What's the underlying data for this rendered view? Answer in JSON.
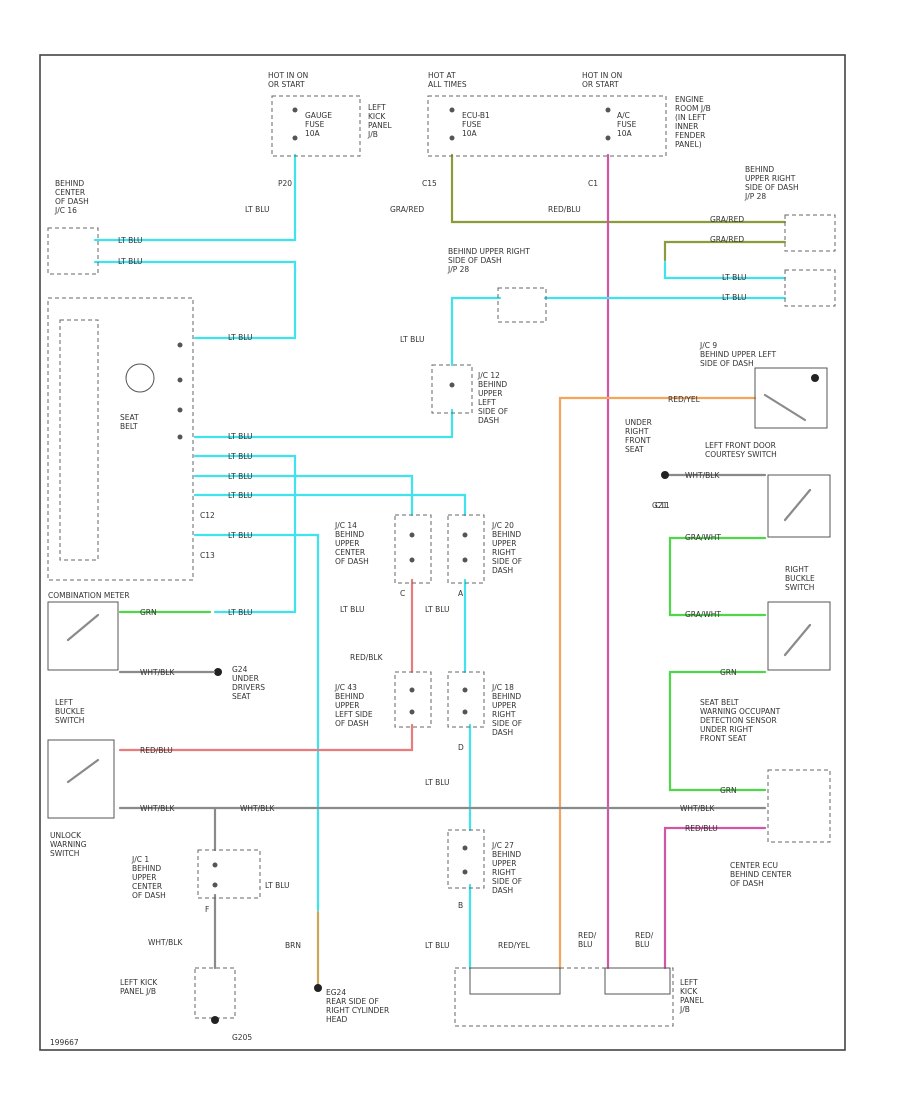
{
  "power": {
    "gauge_hot": "HOT IN ON\nOR START",
    "gauge_fuse": "GAUGE\nFUSE\n10A",
    "gauge_loc": "LEFT\nKICK\nPANEL\nJ/B",
    "ecu_hot": "HOT AT\nALL TIMES",
    "ecu_fuse": "ECU-B1\nFUSE\n10A",
    "ac_hot": "HOT IN ON\nOR START",
    "ac_fuse": "A/C\nFUSE\n10A",
    "ac_loc": "ENGINE\nROOM J/B\n(IN LEFT\nINNER\nFENDER\nPANEL)"
  },
  "connectors": {
    "p20": "P20",
    "c15": "C15",
    "c1": "C1",
    "c12": "C12",
    "c13": "C13",
    "c11": "C11"
  },
  "labels": {
    "behind_center_dash": "BEHIND\nCENTER\nOF DASH\nJ/C 16",
    "behind_upper_right_top": "BEHIND\nUPPER RIGHT\nSIDE OF DASH\nJ/P 28",
    "behind_upper_right_mid": "BEHIND UPPER RIGHT\nSIDE OF DASH\nJ/P 28",
    "jc9": "J/C 9\nBEHIND UPPER LEFT\nSIDE OF DASH",
    "jc12": "J/C 12\nBEHIND\nUPPER\nLEFT\nSIDE OF\nDASH",
    "seat_belt": "SEAT\nBELT",
    "combination_meter": "COMBINATION METER",
    "jc14": "J/C 14\nBEHIND\nUPPER\nCENTER\nOF DASH",
    "jc20": "J/C 20\nBEHIND\nUPPER\nRIGHT\nSIDE OF\nDASH",
    "jc43": "J/C 43\nBEHIND\nUPPER\nLEFT SIDE\nOF DASH",
    "jc18": "J/C 18\nBEHIND\nUPPER\nRIGHT\nSIDE OF\nDASH",
    "jc27": "J/C 27\nBEHIND\nUPPER\nRIGHT\nSIDE OF\nDASH",
    "jc1": "J/C 1\nBEHIND\nUPPER\nCENTER\nOF DASH",
    "g24": "G24\nUNDER\nDRIVERS\nSEAT",
    "under_right_seat": "UNDER\nRIGHT\nFRONT\nSEAT",
    "g21": "G21",
    "left_buckle": "LEFT\nBUCKLE\nSWITCH",
    "unlock_switch": "UNLOCK\nWARNING\nSWITCH",
    "left_kick_jb": "LEFT KICK\nPANEL J/B",
    "g205": "G205",
    "eg24": "EG24\nREAR SIDE OF\nRIGHT CYLINDER\nHEAD",
    "left_door_switch": "LEFT FRONT DOOR\nCOURTESY SWITCH",
    "right_buckle": "RIGHT\nBUCKLE\nSWITCH",
    "occupant_sensor": "SEAT BELT\nWARNING OCCUPANT\nDETECTION SENSOR\nUNDER RIGHT\nFRONT SEAT",
    "center_ecu": "CENTER ECU\nBEHIND CENTER\nOF DASH",
    "left_kick_jb_bottom": "LEFT\nKICK\nPANEL\nJ/B",
    "page_code": "199667"
  },
  "wire_colors": {
    "lt_blu": "LT BLU",
    "gra_red": "GRA/RED",
    "red_blu": "RED/BLU",
    "red_yel": "RED/YEL",
    "red_blk": "RED/BLK",
    "gra_wht": "GRA/WHT",
    "grn": "GRN",
    "wht_blk": "WHT/BLK",
    "brn": "BRN",
    "red_blu_split": "RED/\nBLU"
  },
  "pin_letters": {
    "c": "C",
    "a": "A",
    "d": "D",
    "b": "B",
    "f": "F"
  },
  "colors": {
    "lt_blu": "#3fe3ee",
    "pink": "#d255a8",
    "green": "#4fd64a",
    "red": "#e67c7c",
    "orange": "#f4a45c",
    "olive": "#8d9a3a",
    "gray": "#8a8a8a",
    "brown": "#c9a75a"
  }
}
